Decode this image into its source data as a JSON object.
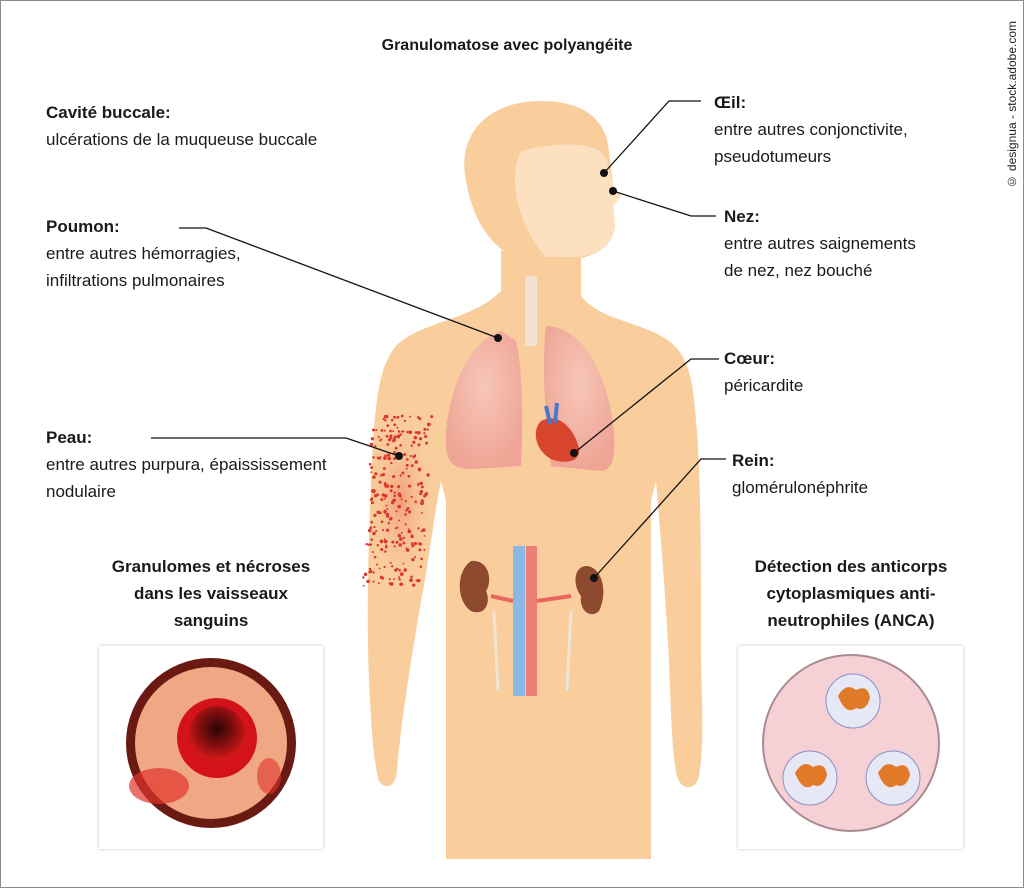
{
  "title": "Granulomatose avec polyangéite",
  "copyright": "© designua - stock.adobe.com",
  "labels": {
    "mouth": {
      "title": "Cavité buccale:",
      "lines": [
        "ulcérations de la muqueuse buccale"
      ]
    },
    "lung": {
      "title": "Poumon:",
      "lines": [
        "entre autres hémorragies,",
        "infiltrations pulmonaires"
      ]
    },
    "skin": {
      "title": "Peau:",
      "lines": [
        "entre autres purpura, épaississement",
        "nodulaire"
      ]
    },
    "eye": {
      "title": "Œil:",
      "lines": [
        "entre autres conjonctivite,",
        "pseudotumeurs"
      ]
    },
    "nose": {
      "title": "Nez:",
      "lines": [
        "entre autres saignements",
        "de nez, nez bouché"
      ]
    },
    "heart": {
      "title": "Cœur:",
      "lines": [
        "péricardite"
      ]
    },
    "kidney": {
      "title": "Rein:",
      "lines": [
        "glomérulonéphrite"
      ]
    }
  },
  "panels": {
    "vessels": {
      "lines": [
        "Granulomes et nécroses",
        "dans les vaisseaux",
        "sanguins"
      ]
    },
    "anca": {
      "lines": [
        "Détection des anticorps",
        "cytoplasmiques anti-",
        "neutrophiles (ANCA)"
      ]
    }
  },
  "colors": {
    "skin": "#f9cd9c",
    "face": "#fde0bf",
    "lung": "#f3b4a6",
    "kidney": "#8d4a2e",
    "vein": "#7aaee0",
    "artery": "#e8675e"
  }
}
